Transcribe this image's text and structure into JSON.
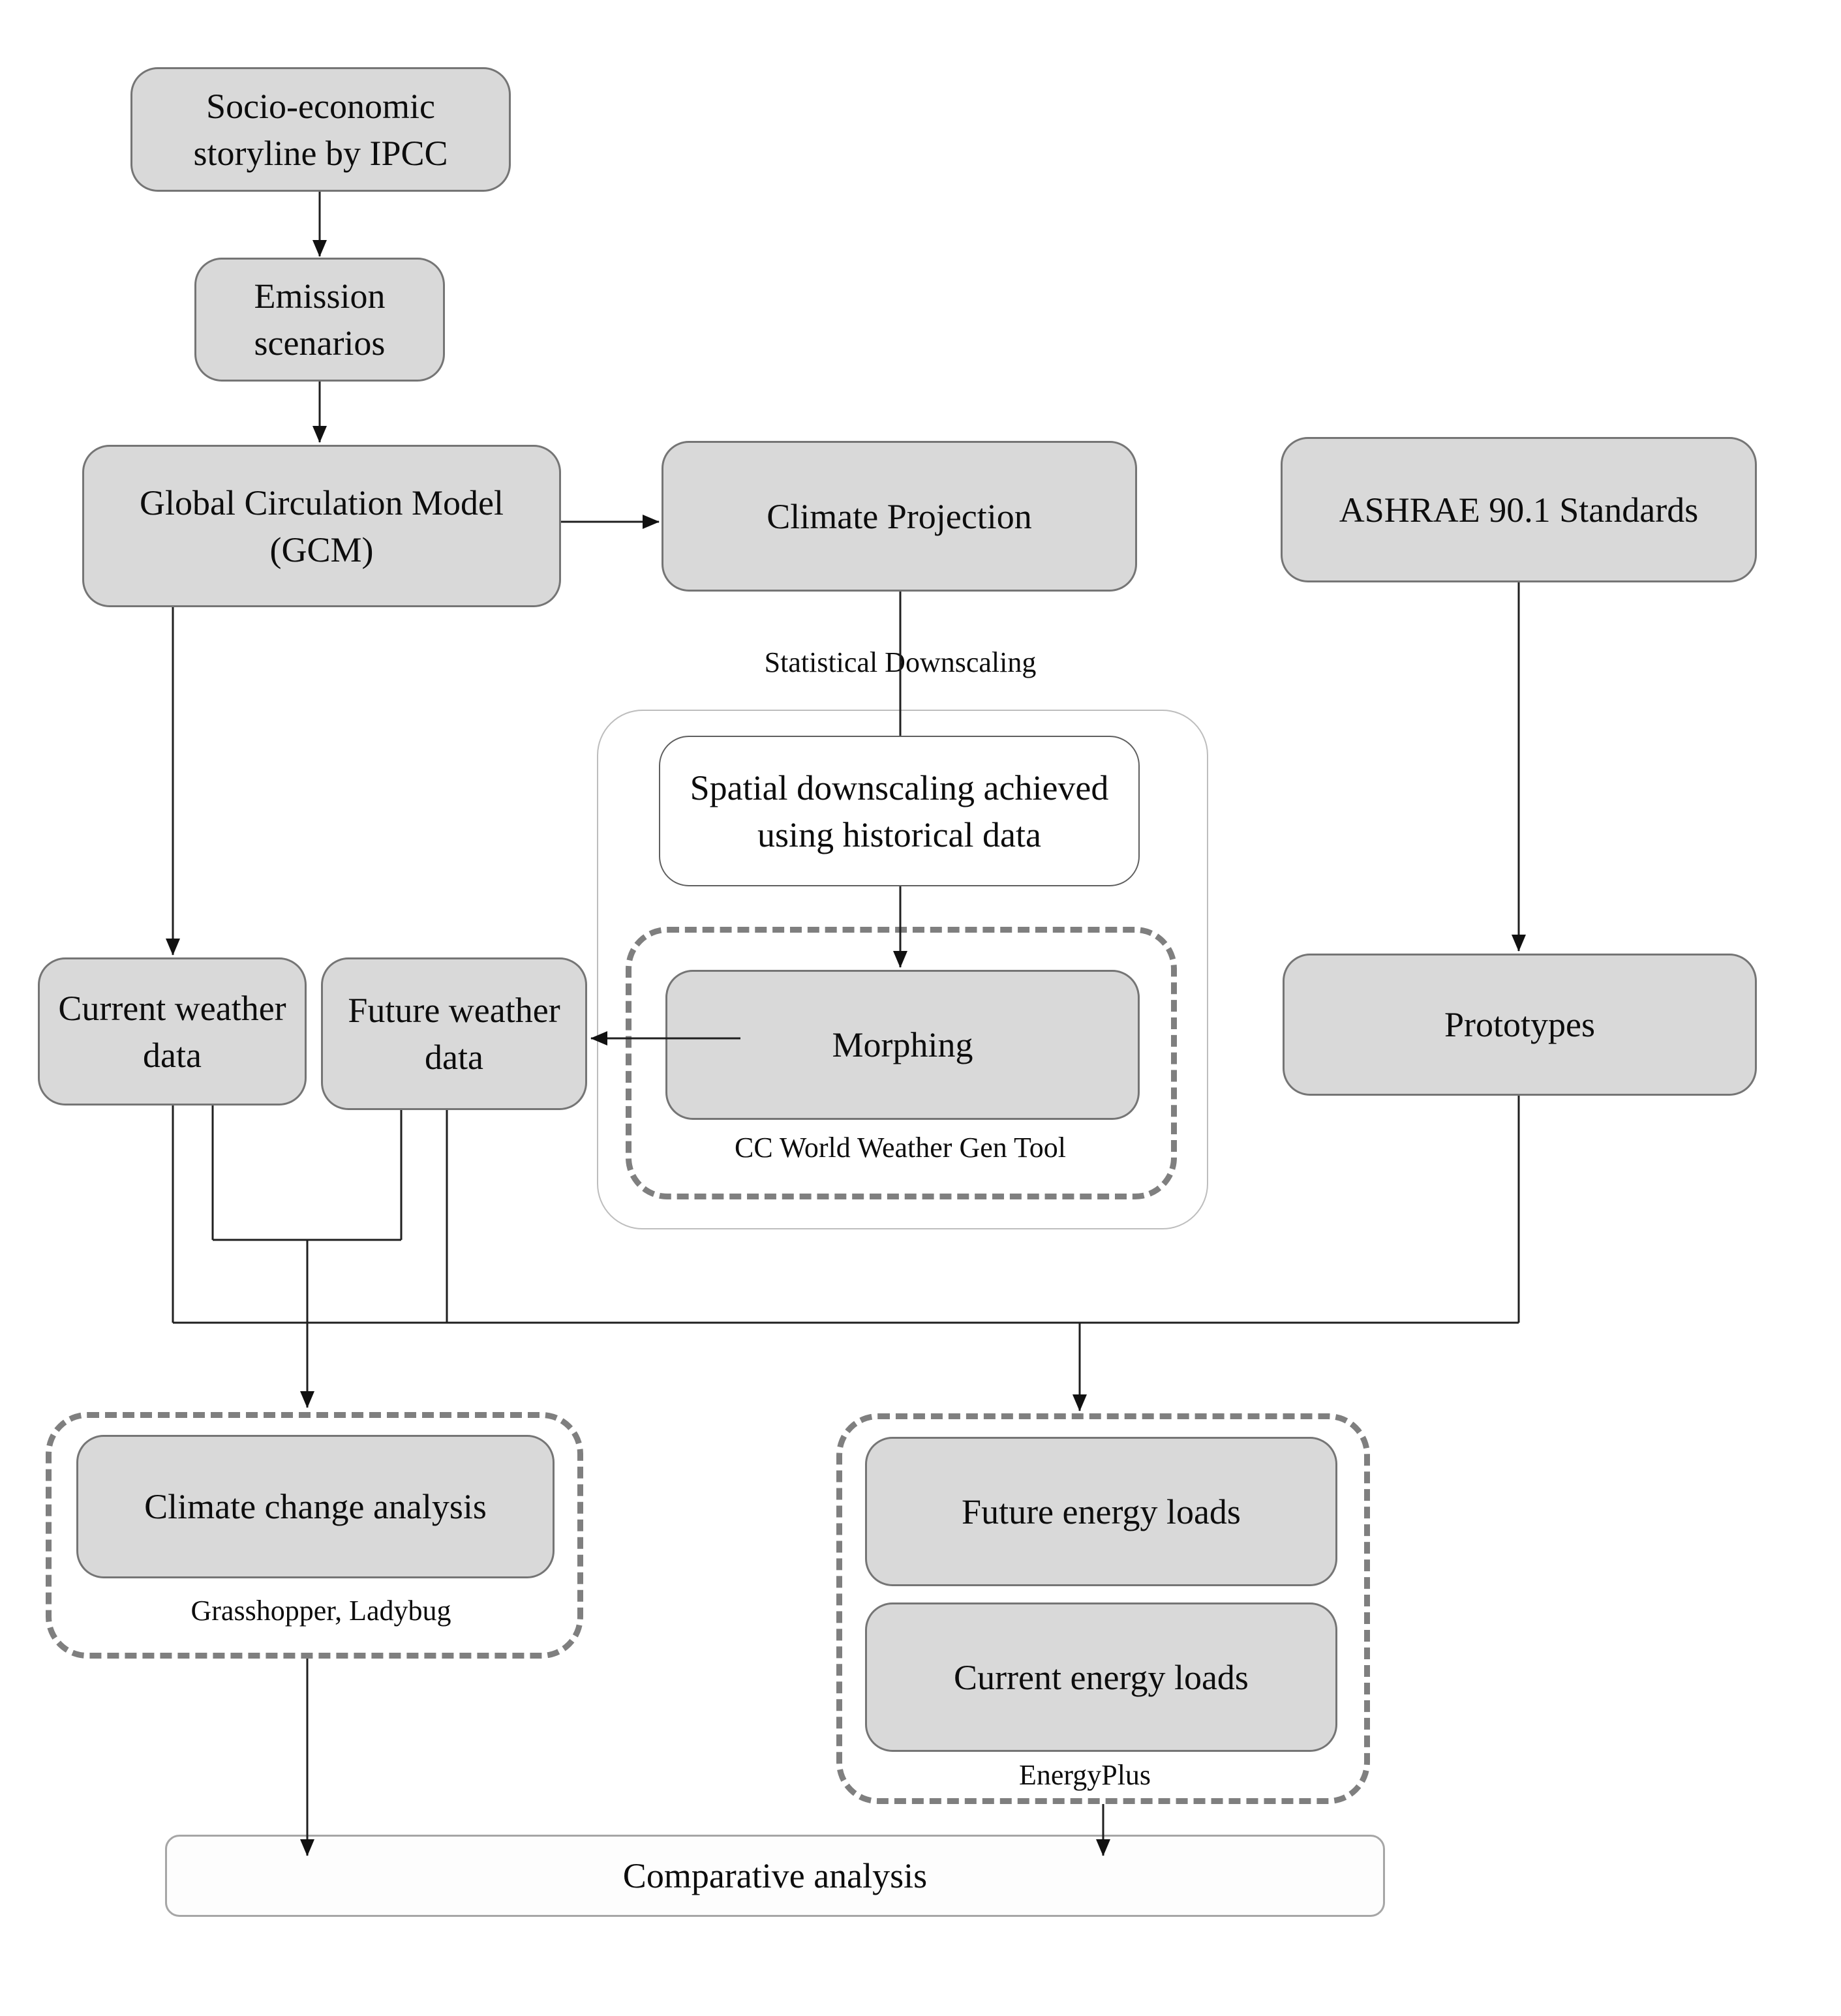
{
  "nodes": {
    "socio": "Socio-economic storyline by IPCC",
    "emission": "Emission scenarios",
    "gcm": "Global Circulation Model (GCM)",
    "climate_projection": "Climate Projection",
    "ashrae": "ASHRAE 90.1 Standards",
    "spatial": "Spatial downscaling achieved using historical data",
    "morphing": "Morphing",
    "current_weather": "Current weather data",
    "future_weather": "Future weather data",
    "prototypes": "Prototypes",
    "climate_change_analysis": "Climate change analysis",
    "future_energy": "Future energy loads",
    "current_energy": "Current energy loads",
    "comparative": "Comparative analysis"
  },
  "annotations": {
    "statistical_downscaling": "Statistical Downscaling",
    "cc_world_weather_gen_tool": "CC World Weather Gen Tool",
    "grasshopper_ladybug": "Grasshopper, Ladybug",
    "energyplus": "EnergyPlus"
  },
  "colors": {
    "node_fill": "#d9d9d9",
    "node_border": "#757575",
    "connector": "#1f1f1f",
    "dashed_border": "#7f7f7f",
    "white_fill": "#ffffff",
    "canvas_bg": "#ffffff"
  }
}
